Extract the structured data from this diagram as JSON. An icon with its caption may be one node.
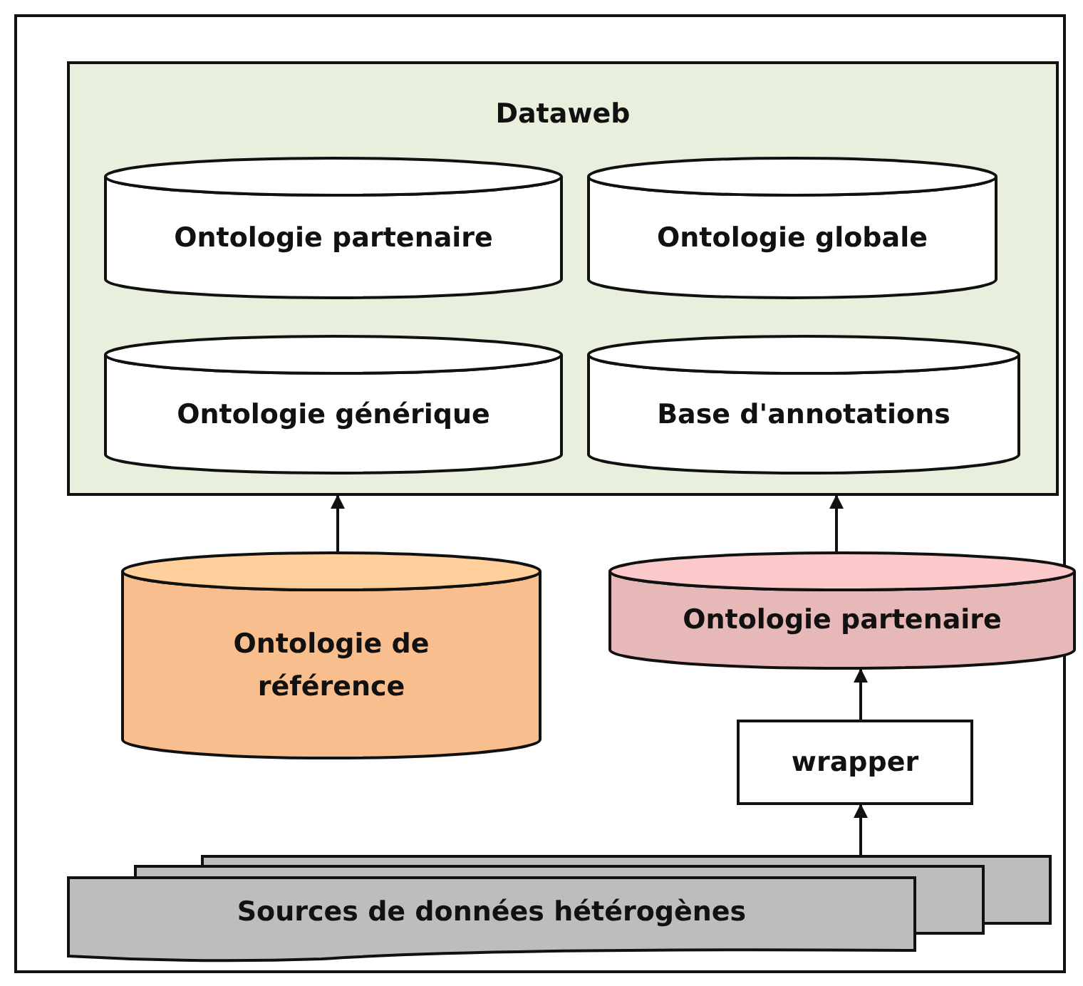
{
  "diagram": {
    "nodes": [
      {
        "text": [
          "Dataweb"
        ]
      },
      {
        "text": [
          "Ontologie partenaire"
        ],
        "in": 0
      },
      {
        "text": [
          "Ontologie globale"
        ],
        "in": 0
      },
      {
        "text": [
          "Ontologie générique"
        ],
        "in": 0
      },
      {
        "text": [
          "Base d'annotations"
        ],
        "in": 0
      },
      {
        "text": [
          "Ontologie de référence"
        ]
      },
      {
        "text": [
          "Ontologie partenaire"
        ]
      },
      {
        "text": [
          "wrapper"
        ]
      },
      {
        "text": [
          "Sources de données hétérogènes"
        ]
      }
    ],
    "edges": [
      {
        "from": 5,
        "to": 0,
        "arrow": "to"
      },
      {
        "from": 6,
        "to": 0,
        "arrow": "to"
      },
      {
        "from": 7,
        "to": 6,
        "arrow": "to"
      },
      {
        "from": 8,
        "to": 7,
        "arrow": "to"
      }
    ]
  }
}
